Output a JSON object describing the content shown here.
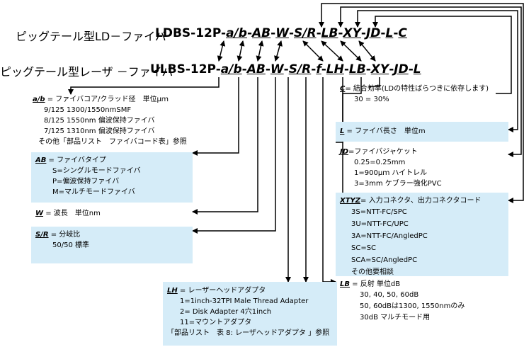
{
  "rows": {
    "ld": {
      "label": "ピッグテール型LD－ファイバ",
      "prefix": "LDBS-12P-",
      "segments": [
        "a/b",
        "-",
        "AB",
        "-",
        "W",
        "-",
        "S/R",
        "-",
        "LB",
        "-",
        "XY",
        "-",
        "JD",
        "-",
        "L",
        "-",
        "C"
      ]
    },
    "laser": {
      "label": "ピッグテール型レーザ －ファイバ",
      "prefix": "ULBS-12P-",
      "segments": [
        "a/b",
        "-",
        "AB",
        "-",
        "W",
        "-",
        "S/R",
        "-",
        "f",
        "-",
        "LH",
        "-",
        "LB",
        "-",
        "XY",
        "-",
        "JD",
        "-",
        "L"
      ]
    }
  },
  "legend": {
    "ab": {
      "key": "a/b",
      "desc": "= ファイバコア/クラッド径　単位μｍ",
      "lines": [
        "9/125  1300/1550nmSMF",
        "8/125  1550nm 偏波保持ファイバ",
        "7/125  1310nm 偏波保持ファイバ",
        "その他「部品リスト　ファイバコード表」参照"
      ]
    },
    "AB": {
      "key": "AB",
      "desc": " = ファイバタイプ",
      "lines": [
        "S=シングルモードファイバ",
        "P=偏波保持ファイバ",
        "M=マルチモードファイバ"
      ]
    },
    "W": {
      "key": "W",
      "desc": "= 波長　単位nm"
    },
    "SR": {
      "key": "S/R",
      "desc": " =  分岐比",
      "lines": [
        "50/50 標準"
      ]
    },
    "LH": {
      "key": "LH",
      "desc": " = レーザーヘッドアダプタ",
      "lines": [
        "1=1inch-32TPI Male Thread Adapter",
        "2= Disk Adapter 4穴1inch",
        "11=マウントアダプタ",
        "「部品リスト　表 8: レーザヘッドアダプタ 」参照"
      ]
    },
    "C": {
      "key": "C",
      "desc": "=  結合効率(LDの特性ばらつきに依存します)",
      "lines": [
        "30 = 30%"
      ]
    },
    "L": {
      "key": "L",
      "desc": " = ファイバ長さ　単位m"
    },
    "JD": {
      "key": "JD",
      "desc": "=ファイバジャケット",
      "lines": [
        "0.25=0.25mm",
        "1=900μｍ ハイトレル",
        "3=3mm ケブラー強化PVC"
      ]
    },
    "XYZ": {
      "key": "XTYZ",
      "desc": "=  入力コネクタ、出力コネクタコード",
      "lines": [
        "3S=NTT-FC/SPC",
        "3U=NTT-FC/UPC",
        "3A=NTT-FC/AngledPC",
        "SC=SC",
        "SCA=SC/AngledPC",
        "その他要相談"
      ]
    },
    "LB": {
      "key": "LB",
      "desc": " =  反射  単位dB",
      "lines": [
        "30, 40, 50, 60dB",
        "50, 60dBは1300, 1550nmのみ",
        "30dB マルチモード用"
      ]
    }
  },
  "colors": {
    "box": "#d5ecf8",
    "line": "#000000"
  }
}
